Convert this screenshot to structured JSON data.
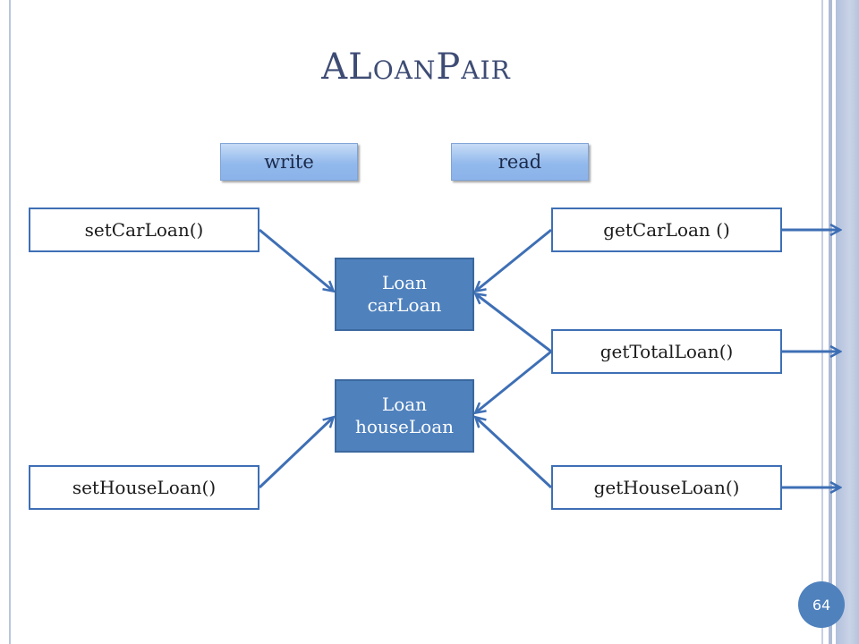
{
  "slide": {
    "title": "ALoanPair",
    "page_number": "64"
  },
  "labels": {
    "write": "write",
    "read": "read"
  },
  "methods": {
    "set_car": "setCarLoan()",
    "set_house": "setHouseLoan()",
    "get_car": "getCarLoan ()",
    "get_total": "getTotalLoan()",
    "get_house": "getHouseLoan()"
  },
  "variables": {
    "car": {
      "type": "Loan",
      "name": "carLoan"
    },
    "house": {
      "type": "Loan",
      "name": "houseLoan"
    }
  },
  "colors": {
    "accent": "#4f81bd",
    "arrow": "#3e6fb5",
    "title": "#3e4c75"
  }
}
